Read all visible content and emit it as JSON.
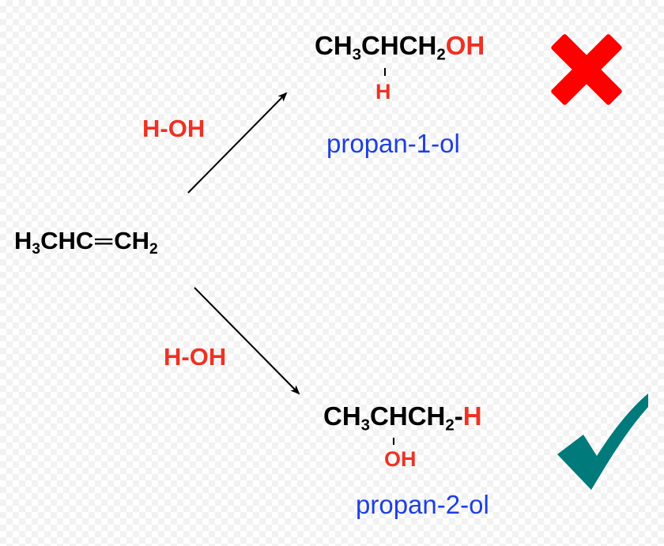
{
  "reactant": {
    "left": "H",
    "left_sub": "3",
    "mid": "CHC",
    "bond": "═",
    "right": "CH",
    "right_sub": "2"
  },
  "reagent_top": "H-OH",
  "reagent_bottom": "H-OH",
  "product_top": {
    "a": "CH",
    "a_sub": "3",
    "b": "CHCH",
    "b_sub": "2",
    "c": "OH",
    "substituent": "H",
    "name": "propan-1-ol",
    "mark": "cross-icon"
  },
  "product_bottom": {
    "a": "CH",
    "a_sub": "3",
    "b": "CHCH",
    "b_sub": "2",
    "dash": "-",
    "c": "H",
    "substituent": "OH",
    "name": "propan-2-ol",
    "mark": "checkmark-icon"
  },
  "colors": {
    "red": "#ee3124",
    "blue": "#1d3fe0",
    "cross": "#ff0000",
    "check": "#007a7a"
  }
}
